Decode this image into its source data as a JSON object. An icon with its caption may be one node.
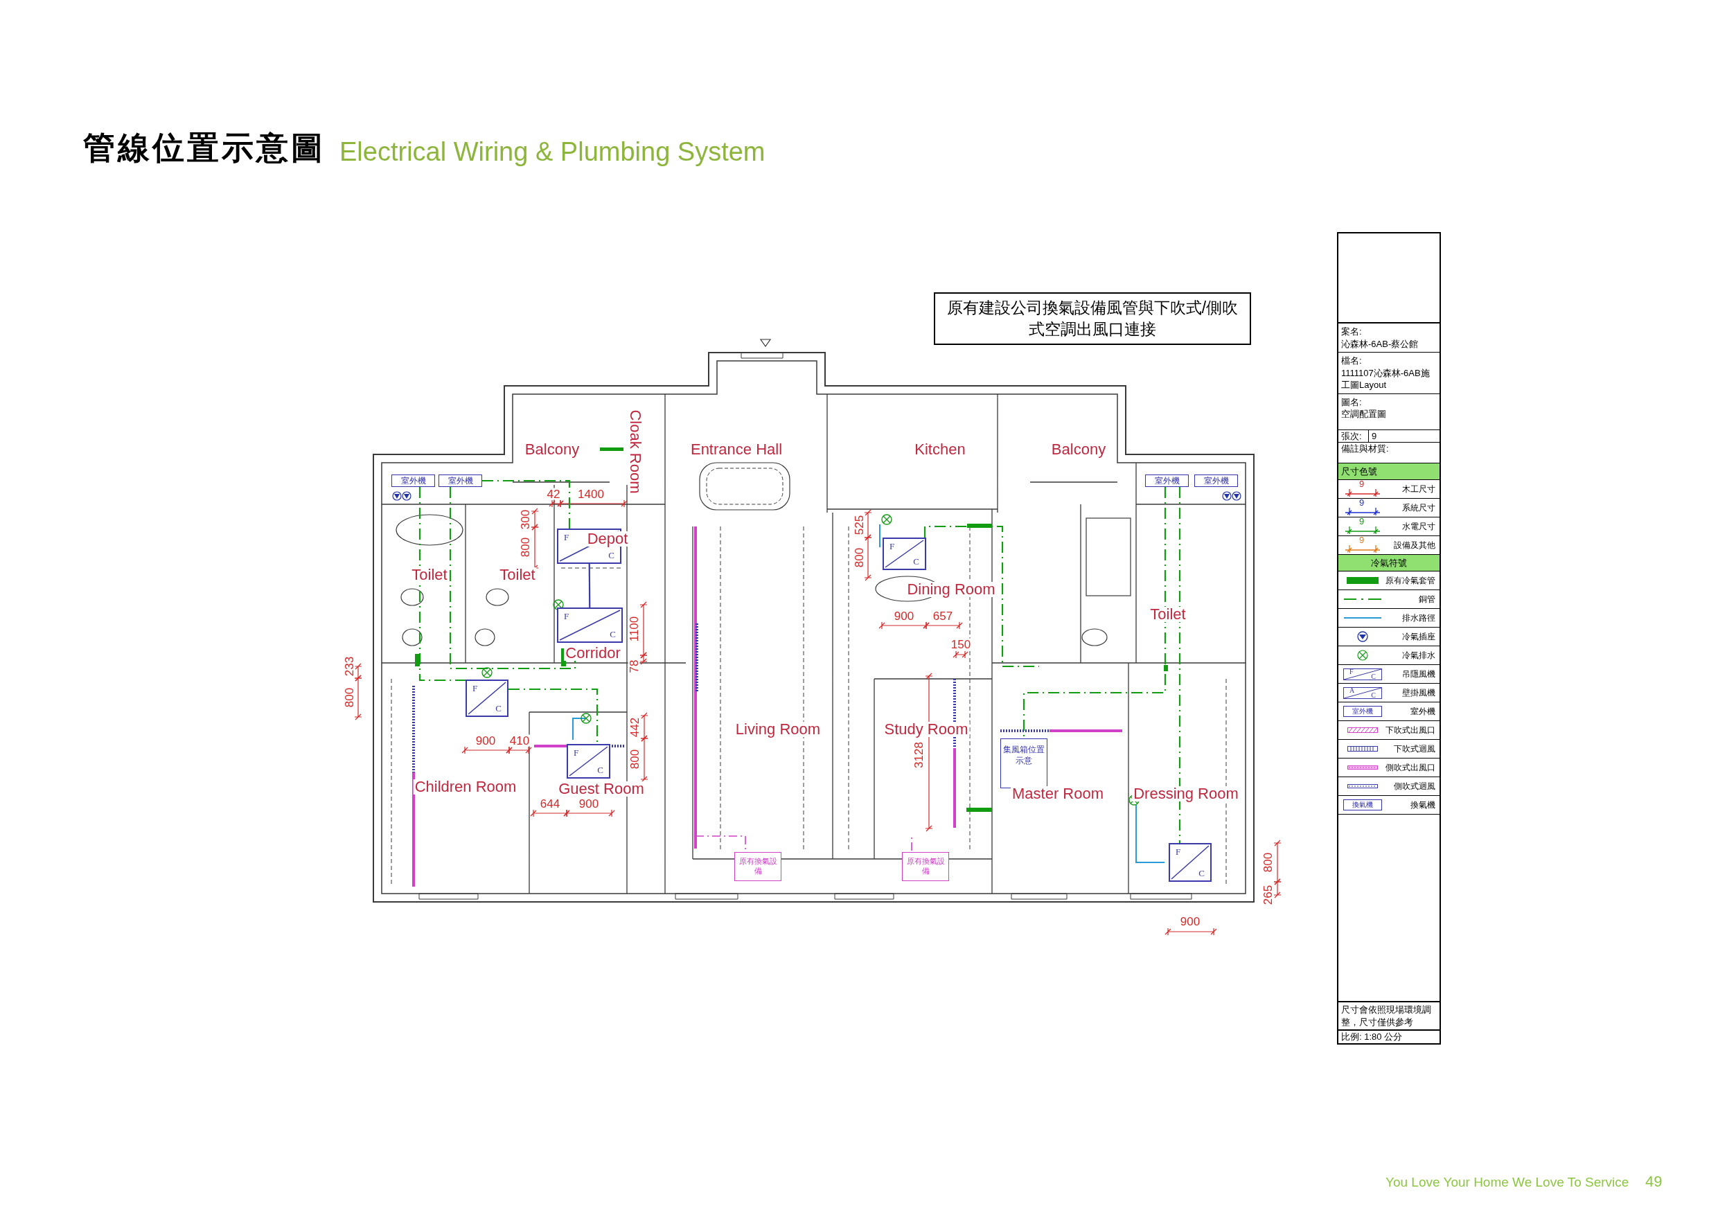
{
  "diagram": {
    "title": "管線位置示意圖",
    "nodes": [
      {
        "text": [
          "原有建設公司換氣設備風管與下吹式/側吹式空調出風口連接"
        ]
      },
      {
        "text": [
          "室外機"
        ]
      },
      {
        "text": [
          "室外機"
        ]
      },
      {
        "text": [
          "室外機"
        ]
      },
      {
        "text": [
          "室外機"
        ]
      },
      {
        "text": [
          "F",
          "C"
        ]
      },
      {
        "text": [
          "F",
          "C"
        ]
      },
      {
        "text": [
          "F",
          "C"
        ]
      },
      {
        "text": [
          "F",
          "C"
        ]
      },
      {
        "text": [
          "集風箱位置示意"
        ]
      },
      {
        "text": [
          "F",
          "C"
        ]
      },
      {
        "text": [
          "F",
          "C"
        ]
      },
      {
        "text": [
          "原有換氣設備"
        ]
      },
      {
        "text": [
          "原有換氣設備"
        ]
      }
    ],
    "edges": [
      {
        "from": 5,
        "to": 7,
        "arrow": "none",
        "color": "#3a3aaa"
      },
      {
        "from": 1,
        "to": 8,
        "arrow": "none",
        "style": "dashed"
      },
      {
        "from": 2,
        "to": 5,
        "arrow": "none",
        "style": "dashed"
      },
      {
        "from": 2,
        "to": 7,
        "arrow": "none",
        "style": "dashed"
      },
      {
        "from": 8,
        "to": 10,
        "arrow": "none",
        "style": "dashed"
      },
      {
        "from": 3,
        "to": 11,
        "arrow": "none",
        "style": "dashed"
      },
      {
        "from": 3,
        "to": 9,
        "arrow": "none",
        "style": "dashed"
      },
      {
        "from": 6,
        "to": null,
        "arrow": "none",
        "style": "dashed"
      }
    ],
    "labels": [
      "Electrical Wiring & Plumbing System",
      "Balcony",
      "Cloak Room",
      "Entrance Hall",
      "Kitchen",
      "Balcony",
      "42",
      "1400",
      "300",
      "800",
      "Depot",
      "Toilet",
      "Toilet",
      "525",
      "800",
      "Dining Room",
      "900",
      "657",
      "Toilet",
      "1100",
      "Corridor",
      "78",
      "150",
      "233",
      "800",
      "442",
      "Living Room",
      "Study Room",
      "900",
      "410",
      "800",
      "3128",
      "Children Room",
      "Guest Room",
      "Master Room",
      "Dressing Room",
      "644",
      "900",
      "800",
      "265",
      "900",
      "案名:",
      "沁森林-6AB-蔡公館",
      "檔名:",
      "1111107沁森林-6AB施工圖Layout",
      "圖名:",
      "空調配置圖",
      "張次:",
      "9",
      "備註與材質:",
      "尺寸色號",
      "9",
      "9",
      "9",
      "9",
      "冷氣符號",
      "F",
      "C",
      "A",
      "C",
      "室外機",
      "換氣機",
      "尺寸會依照現場環境調整，尺寸僅供參考",
      "比例: 1:80 公分",
      "You Love Your Home We Love To Service",
      "49"
    ],
    "legend": [
      {
        "text": "木工尺寸"
      },
      {
        "text": "系統尺寸"
      },
      {
        "text": "水電尺寸"
      },
      {
        "text": "設備及其他"
      },
      {
        "text": "原有冷氣套管",
        "color": "#129c12"
      },
      {
        "text": "銅管"
      },
      {
        "text": "排水路徑"
      },
      {
        "text": "冷氣插座"
      },
      {
        "text": "冷氣排水"
      },
      {
        "text": "吊隱風機"
      },
      {
        "text": "壁掛風機"
      },
      {
        "text": "室外機"
      },
      {
        "text": "下吹式出風口"
      },
      {
        "text": "下吹式迴風"
      },
      {
        "text": "側吹式出風口"
      },
      {
        "text": "側吹式迴風"
      },
      {
        "text": "換氣機"
      }
    ]
  }
}
